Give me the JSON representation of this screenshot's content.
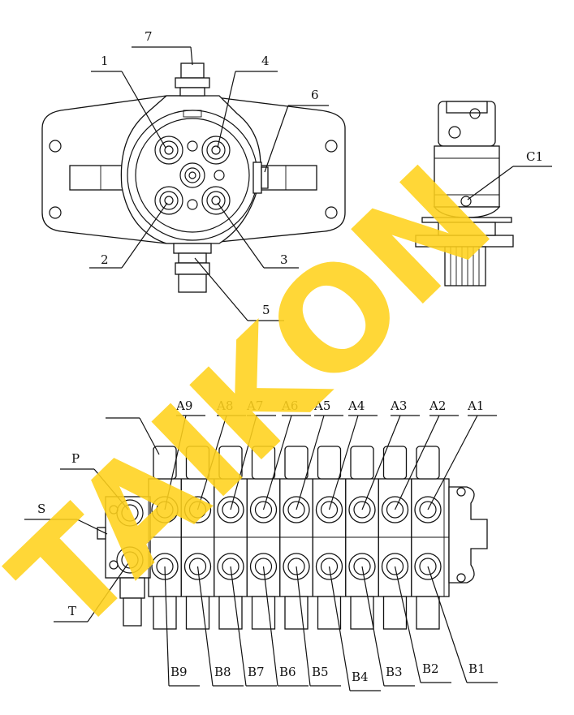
{
  "watermark": {
    "text": "TAIKON",
    "color": "#ffd21c"
  },
  "top_view_labels": [
    "1",
    "2",
    "3",
    "4",
    "5",
    "6",
    "7"
  ],
  "side_view_labels": [
    "C1"
  ],
  "valve_block": {
    "a_ports": [
      "A9",
      "A8",
      "A7",
      "A6",
      "A5",
      "A4",
      "A3",
      "A2",
      "A1"
    ],
    "b_ports": [
      "B9",
      "B8",
      "B7",
      "B6",
      "B5",
      "B4",
      "B3",
      "B2",
      "B1"
    ],
    "side_ports": [
      "P",
      "S",
      "T"
    ]
  }
}
